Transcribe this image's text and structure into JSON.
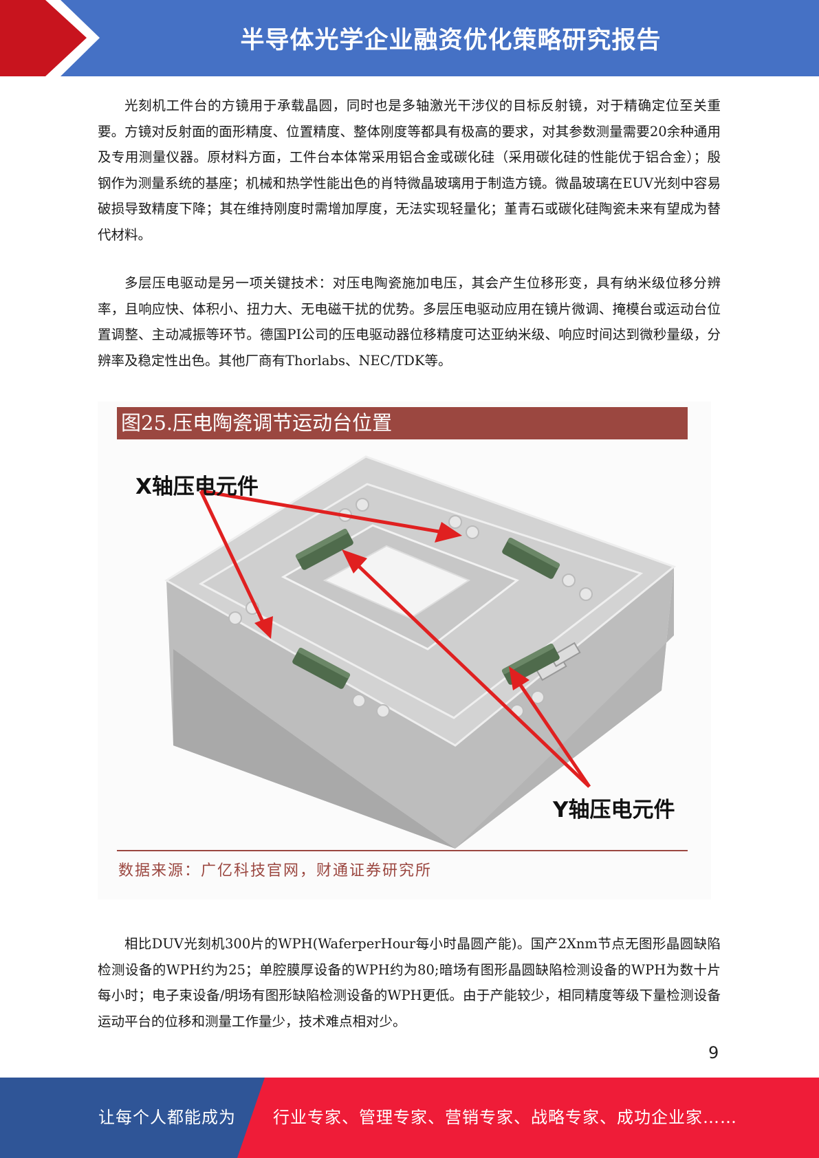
{
  "header": {
    "title": "半导体光学企业融资优化策略研究报告"
  },
  "paragraphs": [
    "光刻机工件台的方镜用于承载晶圆，同时也是多轴激光干涉仪的目标反射镜，对于精确定位至关重要。方镜对反射面的面形精度、位置精度、整体刚度等都具有极高的要求，对其参数测量需要20余种通用及专用测量仪器。原材料方面，工件台本体常采用铝合金或碳化硅（采用碳化硅的性能优于铝合金）；殷钢作为测量系统的基座；机械和热学性能出色的肖特微晶玻璃用于制造方镜。微晶玻璃在EUV光刻中容易破损导致精度下降；其在维持刚度时需增加厚度，无法实现轻量化；堇青石或碳化硅陶瓷未来有望成为替代材料。",
    "多层压电驱动是另一项关键技术：对压电陶瓷施加电压，其会产生位移形变，具有纳米级位移分辨率，且响应快、体积小、扭力大、无电磁干扰的优势。多层压电驱动应用在镜片微调、掩模台或运动台位置调整、主动减振等环节。德国PI公司的压电驱动器位移精度可达亚纳米级、响应时间达到微秒量级，分辨率及稳定性出色。其他厂商有Thorlabs、NEC/TDK等。",
    "相比DUV光刻机300片的WPH(WaferperHour每小时晶圆产能)。国产2Xnm节点无图形晶圆缺陷检测设备的WPH约为25；单腔膜厚设备的WPH约为80;暗场有图形晶圆缺陷检测设备的WPH为数十片每小时；电子束设备/明场有图形缺陷检测设备的WPH更低。由于产能较少，相同精度等级下量检测设备运动平台的位移和测量工作量少，技术难点相对少。"
  ],
  "figure": {
    "title": "图25.压电陶瓷调节运动台位置",
    "x_label": "X轴压电元件",
    "y_label": "Y轴压电元件",
    "source": "数据来源：广亿科技官网，财通证券研究所"
  },
  "page_number": "9",
  "footer": {
    "left_text": "让每个人都能成为",
    "right_text": "行业专家、管理专家、营销专家、战略专家、成功企业家……"
  },
  "colors": {
    "header_blue": "#4571c5",
    "header_red": "#c8141e",
    "figure_title_bar": "#9b4740",
    "footer_blue": "#2f5597",
    "footer_red": "#ef1c38",
    "arrow_red": "#e02020"
  }
}
